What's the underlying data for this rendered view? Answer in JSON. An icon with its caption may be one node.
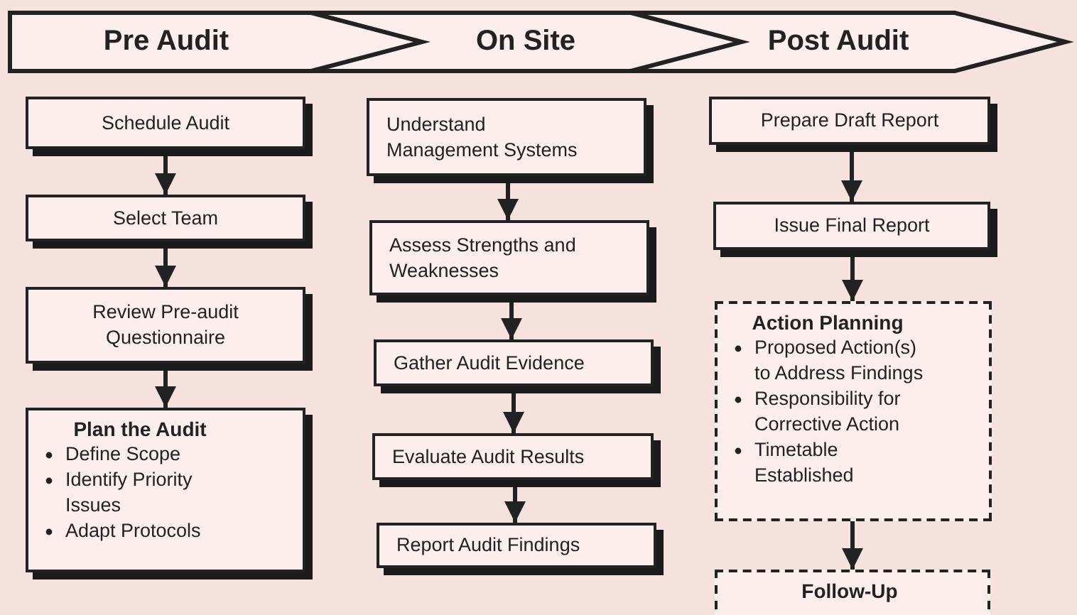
{
  "diagram": {
    "nodes": [
      {
        "text": [
          "Pre Audit"
        ]
      },
      {
        "text": [
          "On Site"
        ]
      },
      {
        "text": [
          "Post Audit"
        ]
      },
      {
        "text": [
          "Schedule Audit"
        ]
      },
      {
        "text": [
          "Select Team"
        ]
      },
      {
        "text": [
          "Review Pre-audit Questionnaire"
        ]
      },
      {
        "text": [
          "Plan the Audit",
          "Define Scope",
          "Identify Priority Issues",
          "Adapt Protocols"
        ]
      },
      {
        "text": [
          "Understand Management Systems"
        ]
      },
      {
        "text": [
          "Assess Strengths and Weaknesses"
        ]
      },
      {
        "text": [
          "Gather Audit Evidence"
        ]
      },
      {
        "text": [
          "Evaluate Audit Results"
        ]
      },
      {
        "text": [
          "Report Audit Findings"
        ]
      },
      {
        "text": [
          "Prepare Draft Report"
        ]
      },
      {
        "text": [
          "Issue Final Report"
        ]
      },
      {
        "text": [
          "Action Planning",
          "Proposed Action(s) to Address Findings",
          "Responsibility for Corrective Action",
          "Timetable Established"
        ]
      },
      {
        "text": [
          "Follow-Up"
        ]
      }
    ],
    "edges": [
      {
        "from": 3,
        "to": 4,
        "arrow": "to"
      },
      {
        "from": 4,
        "to": 5,
        "arrow": "to"
      },
      {
        "from": 5,
        "to": 6,
        "arrow": "to"
      },
      {
        "from": 7,
        "to": 8,
        "arrow": "to"
      },
      {
        "from": 8,
        "to": 9,
        "arrow": "to"
      },
      {
        "from": 9,
        "to": 10,
        "arrow": "to"
      },
      {
        "from": 10,
        "to": 11,
        "arrow": "to"
      },
      {
        "from": 12,
        "to": 13,
        "arrow": "to"
      },
      {
        "from": 13,
        "to": 14,
        "arrow": "to"
      },
      {
        "from": 14,
        "to": 15,
        "arrow": "to"
      }
    ]
  }
}
